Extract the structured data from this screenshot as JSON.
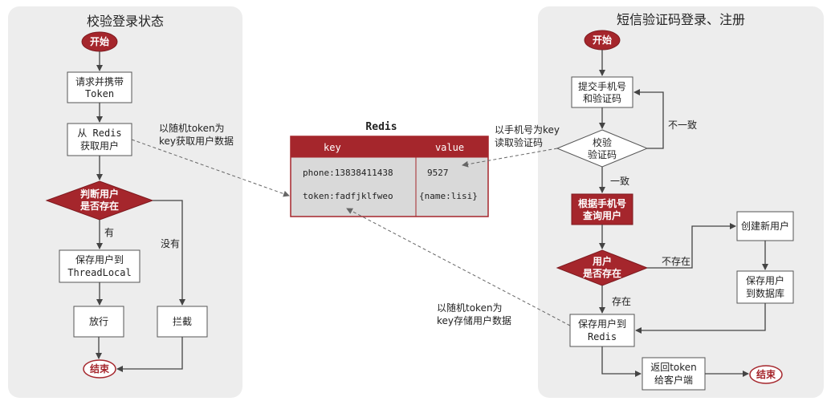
{
  "left": {
    "title": "校验登录状态",
    "start": "开始",
    "request_1": "请求并携带",
    "request_2": "Token",
    "fetch_1": "从 Redis",
    "fetch_2": "获取用户",
    "judge_1": "判断用户",
    "judge_2": "是否存在",
    "yes": "有",
    "no": "没有",
    "save_1": "保存用户到",
    "save_2": "ThreadLocal",
    "allow": "放行",
    "block": "拦截",
    "end": "结束",
    "note_1": "以随机token为",
    "note_2": "key获取用户数据"
  },
  "redis": {
    "title": "Redis",
    "col_key": "key",
    "col_value": "value",
    "rows": [
      {
        "key": "phone:13838411438",
        "value": "9527"
      },
      {
        "key": "token:fadfjklfweo",
        "value": "{name:lisi}"
      }
    ]
  },
  "bottom_note": {
    "line_1": "以随机token为",
    "line_2": "key存储用户数据"
  },
  "right": {
    "title": "短信验证码登录、注册",
    "start": "开始",
    "submit_1": "提交手机号",
    "submit_2": "和验证码",
    "verify_1": "校验",
    "verify_2": "验证码",
    "mismatch": "不一致",
    "match": "一致",
    "query_1": "根据手机号",
    "query_2": "查询用户",
    "exists_1": "用户",
    "exists_2": "是否存在",
    "not_exist": "不存在",
    "exist": "存在",
    "create": "创建新用户",
    "save_db_1": "保存用户",
    "save_db_2": "到数据库",
    "save_redis_1": "保存用户到",
    "save_redis_2": "Redis",
    "return_1": "返回token",
    "return_2": "给客户端",
    "end": "结束",
    "note_1": "以手机号为key",
    "note_2": "读取验证码"
  }
}
